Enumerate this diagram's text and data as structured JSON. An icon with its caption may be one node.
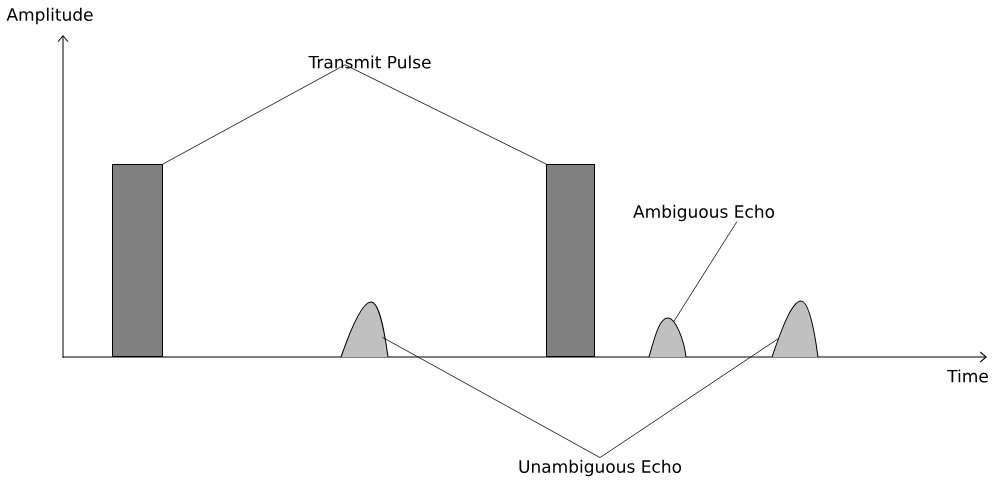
{
  "diagram": {
    "nodes": [
      {
        "text": [
          "Transmit Pulse"
        ]
      },
      {
        "text": [],
        "shape": "bar"
      },
      {
        "text": [],
        "shape": "bar"
      },
      {
        "text": [
          "Ambiguous Echo"
        ]
      },
      {
        "text": [],
        "shape": "blob"
      },
      {
        "text": [
          "Unambiguous Echo"
        ]
      },
      {
        "text": [],
        "shape": "blob"
      },
      {
        "text": [],
        "shape": "blob"
      }
    ],
    "edges": [
      {
        "from": 0,
        "to": 1,
        "arrow": "none"
      },
      {
        "from": 0,
        "to": 2,
        "arrow": "none"
      },
      {
        "from": 3,
        "to": 6,
        "arrow": "none"
      },
      {
        "from": 5,
        "to": 4,
        "arrow": "none"
      },
      {
        "from": 5,
        "to": 7,
        "arrow": "none"
      }
    ],
    "labels": [
      "Amplitude",
      "Time"
    ]
  }
}
